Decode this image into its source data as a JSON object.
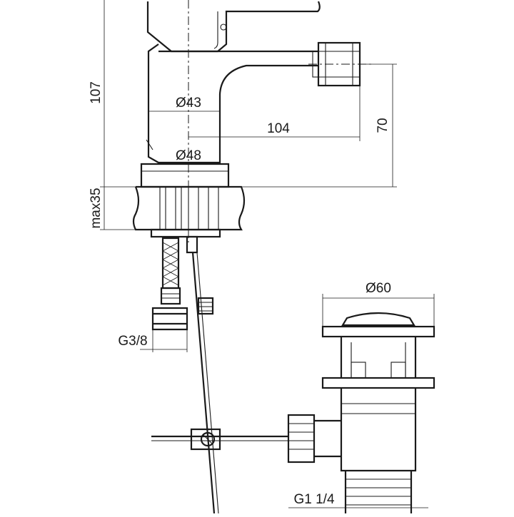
{
  "dimensions": {
    "height_total": "107",
    "counter_thickness": "max35",
    "body_diameter": "Ø43",
    "base_diameter": "Ø48",
    "spout_reach": "104",
    "spout_height": "70",
    "hose_thread": "G3/8",
    "drain_diameter": "Ø60",
    "drain_thread": "G1 1/4"
  }
}
